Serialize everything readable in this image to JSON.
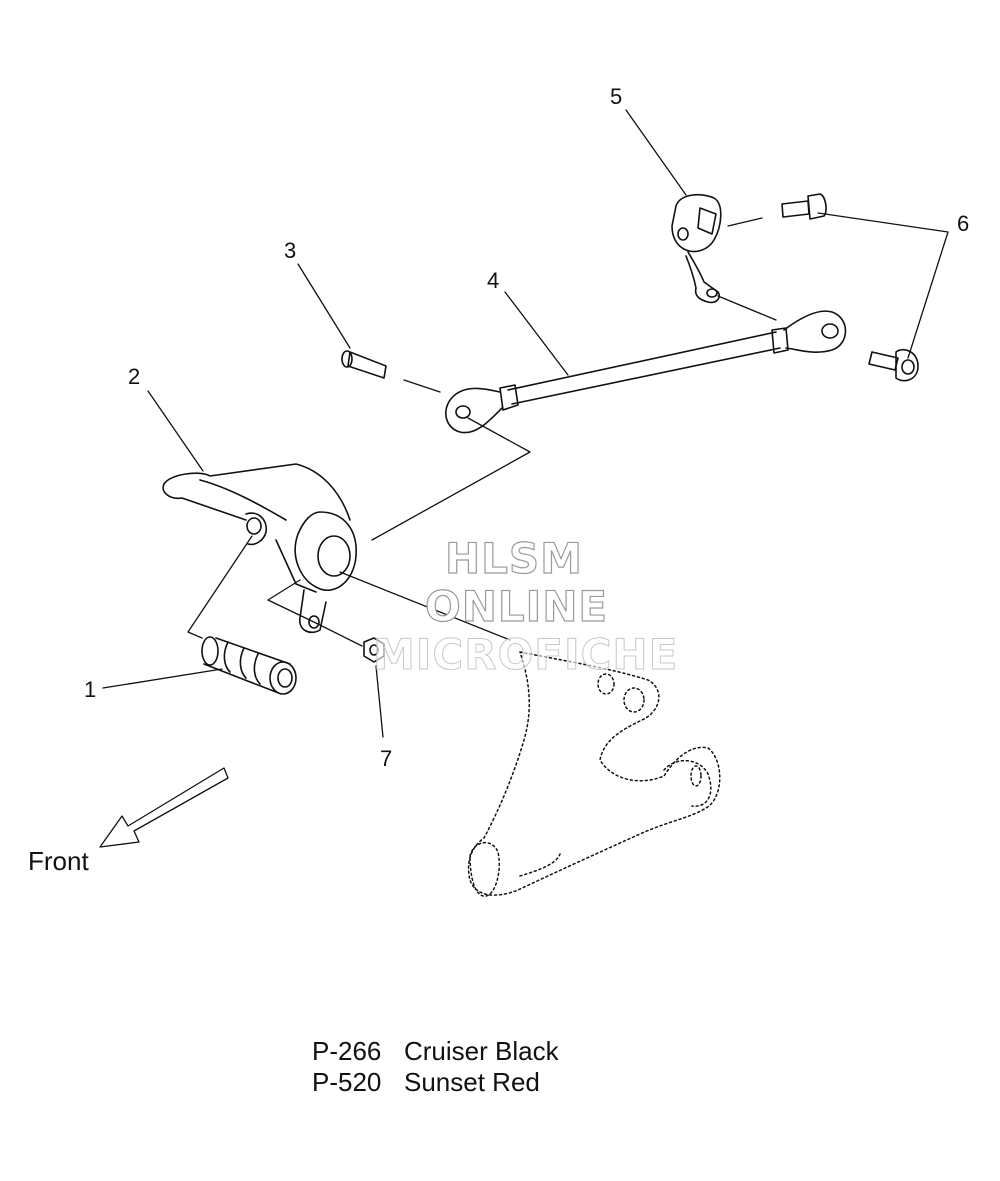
{
  "callouts": {
    "c1": "1",
    "c2": "2",
    "c3": "3",
    "c4": "4",
    "c5": "5",
    "c6": "6",
    "c7": "7"
  },
  "front_label": "Front",
  "watermark": {
    "line1": "HLSM",
    "line2": "ONLINE",
    "line3": "MICROFICHE"
  },
  "color_codes": [
    {
      "code": "P-266",
      "name": "Cruiser Black"
    },
    {
      "code": "P-520",
      "name": "Sunset Red"
    }
  ]
}
